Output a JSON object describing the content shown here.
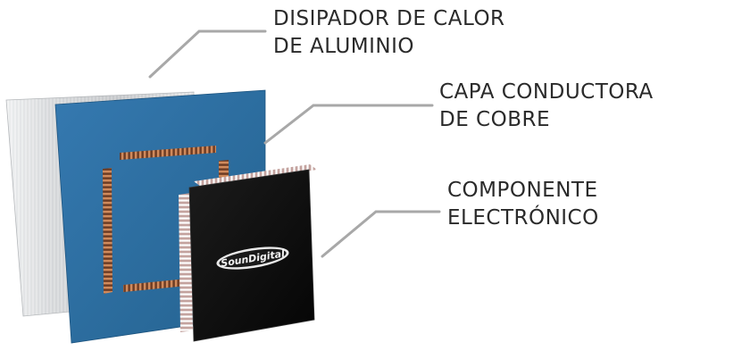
{
  "labels": {
    "aluminum_heatsink": {
      "line1": "DISIPADOR DE CALOR",
      "line2": "DE ALUMINIO"
    },
    "copper_layer": {
      "line1": "CAPA CONDUCTORA",
      "line2": "DE COBRE"
    },
    "electronic_component": {
      "line1": "COMPONENTE",
      "line2": "ELECTRÓNICO"
    }
  },
  "chip_brand_text": "SounDigital",
  "colors": {
    "aluminum": "#cfd1d4",
    "copper_layer_board": "#2d6fa5",
    "copper_strips": "#b8734c",
    "chip_body": "#111111",
    "pins": "#c9a9a5",
    "leader_lines": "#a8a8a8",
    "text": "#2a2a2a"
  }
}
